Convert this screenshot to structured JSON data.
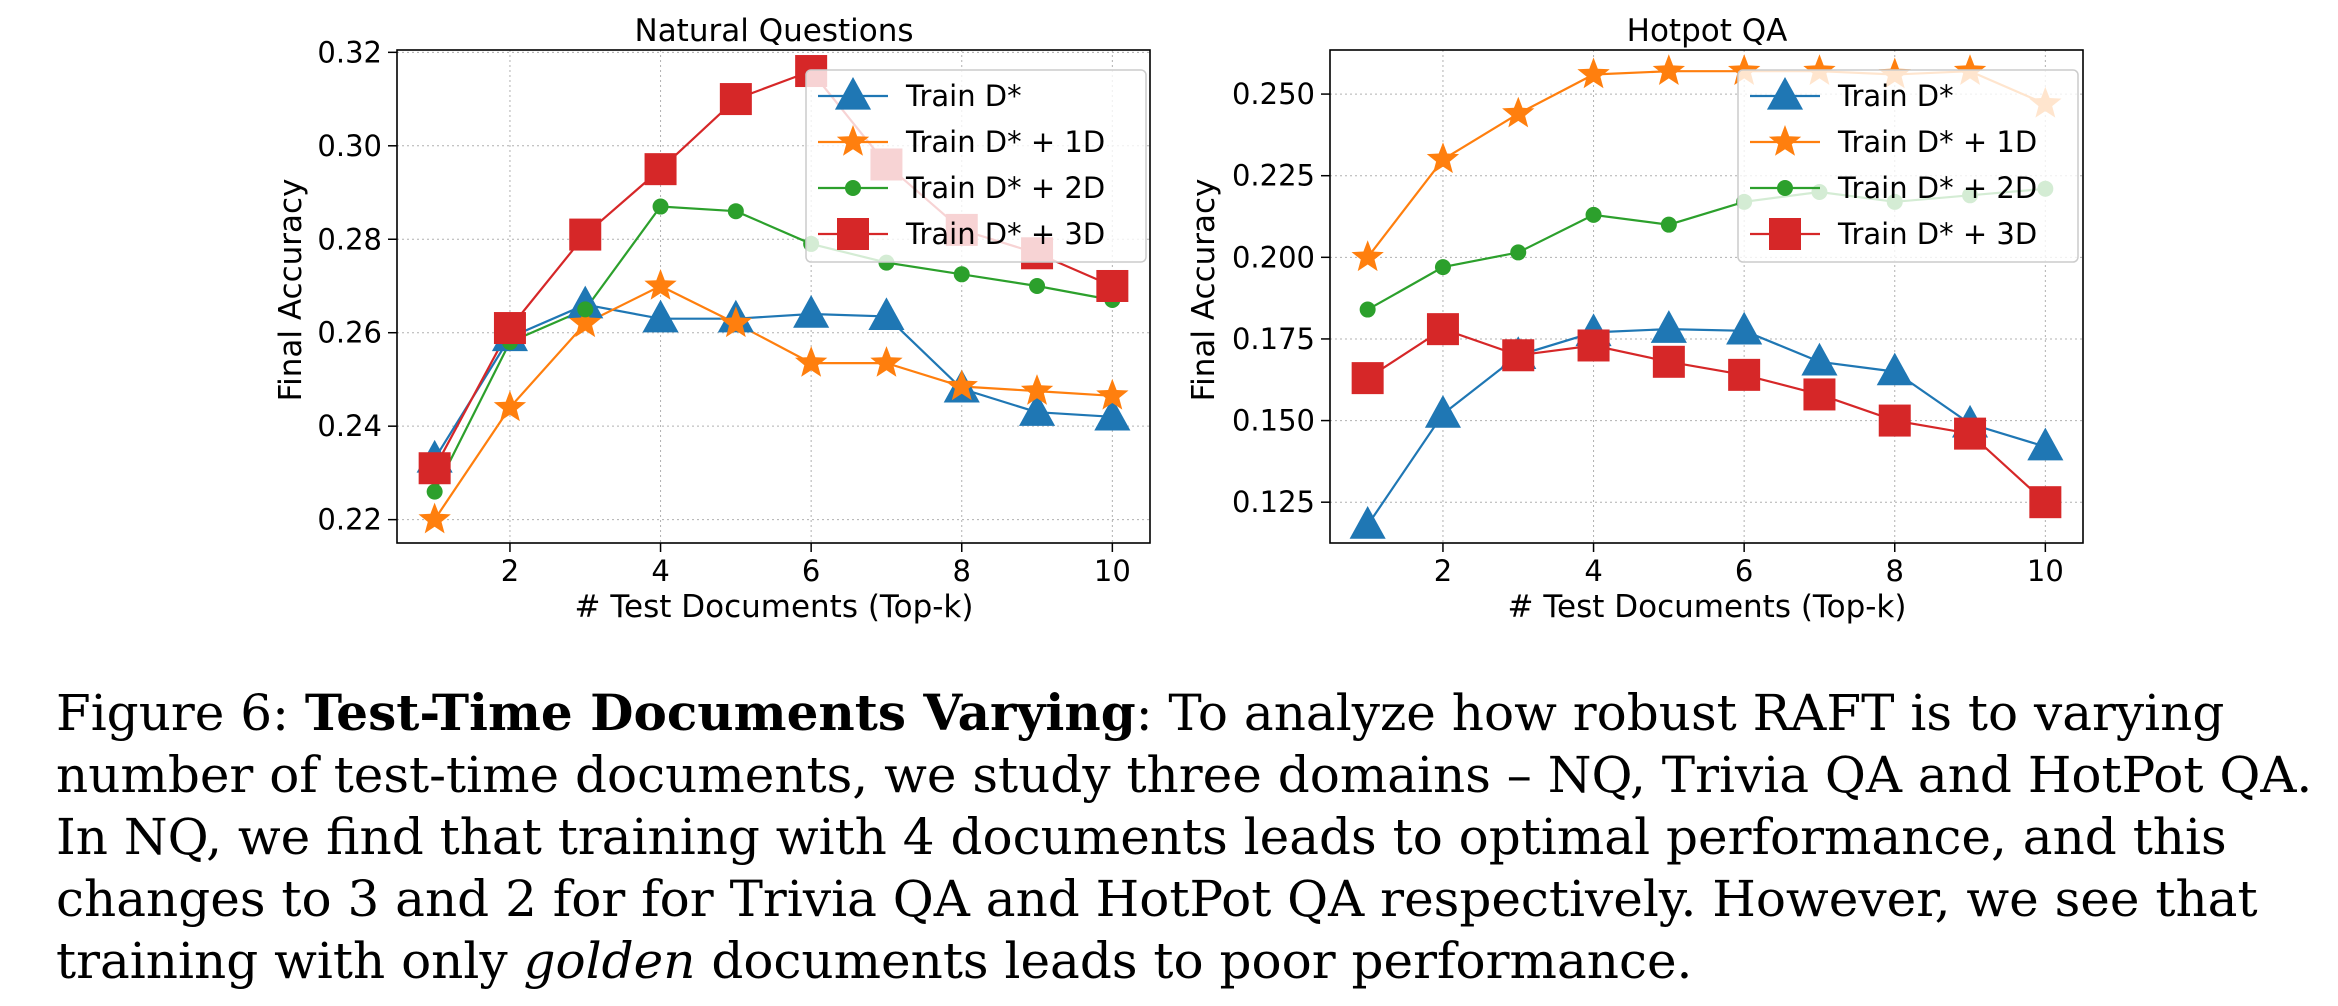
{
  "chart_data": [
    {
      "type": "line",
      "title": "Natural Questions",
      "xlabel": "# Test Documents (Top-k)",
      "ylabel": "Final Accuracy",
      "xlim": [
        0.5,
        10.5
      ],
      "ylim": [
        0.215,
        0.3205
      ],
      "x_ticks": [
        "2",
        "4",
        "6",
        "8",
        "10"
      ],
      "y_ticks": [
        "0.22",
        "0.24",
        "0.26",
        "0.28",
        "0.30",
        "0.32"
      ],
      "grid": true,
      "legend_position": "upper right",
      "x": [
        1,
        2,
        3,
        4,
        5,
        6,
        7,
        8,
        9,
        10
      ],
      "series": [
        {
          "name": "Train D*",
          "color": "#1f77b4",
          "marker": "triangle",
          "values": [
            0.233,
            0.259,
            0.266,
            0.263,
            0.263,
            0.264,
            0.2635,
            0.248,
            0.243,
            0.242
          ]
        },
        {
          "name": "Train D* + 1D",
          "color": "#ff7f0e",
          "marker": "star",
          "values": [
            0.22,
            0.244,
            0.262,
            0.27,
            0.262,
            0.2535,
            0.2535,
            0.2485,
            0.2475,
            0.2465
          ]
        },
        {
          "name": "Train D* + 2D",
          "color": "#2ca02c",
          "marker": "dot",
          "values": [
            0.226,
            0.258,
            0.265,
            0.287,
            0.286,
            0.279,
            0.275,
            0.2725,
            0.27,
            0.267
          ]
        },
        {
          "name": "Train D* + 3D",
          "color": "#d62728",
          "marker": "square",
          "values": [
            0.231,
            0.261,
            0.281,
            0.295,
            0.31,
            0.316,
            0.296,
            0.282,
            0.277,
            0.27
          ]
        }
      ]
    },
    {
      "type": "line",
      "title": "Hotpot QA",
      "xlabel": "# Test Documents (Top-k)",
      "ylabel": "Final Accuracy",
      "xlim": [
        0.5,
        10.5
      ],
      "ylim": [
        0.1125,
        0.2635
      ],
      "x_ticks": [
        "2",
        "4",
        "6",
        "8",
        "10"
      ],
      "y_ticks": [
        "0.125",
        "0.150",
        "0.175",
        "0.200",
        "0.225",
        "0.250"
      ],
      "grid": true,
      "legend_position": "upper right",
      "x": [
        1,
        2,
        3,
        4,
        5,
        6,
        7,
        8,
        9,
        10
      ],
      "series": [
        {
          "name": "Train D*",
          "color": "#1f77b4",
          "marker": "triangle",
          "values": [
            0.118,
            0.152,
            0.17,
            0.177,
            0.178,
            0.1775,
            0.168,
            0.165,
            0.149,
            0.142
          ]
        },
        {
          "name": "Train D* + 1D",
          "color": "#ff7f0e",
          "marker": "star",
          "values": [
            0.2,
            0.23,
            0.244,
            0.256,
            0.257,
            0.257,
            0.257,
            0.256,
            0.257,
            0.247
          ]
        },
        {
          "name": "Train D* + 2D",
          "color": "#2ca02c",
          "marker": "dot",
          "values": [
            0.184,
            0.197,
            0.2015,
            0.213,
            0.21,
            0.217,
            0.22,
            0.217,
            0.219,
            0.221
          ]
        },
        {
          "name": "Train D* + 3D",
          "color": "#d62728",
          "marker": "square",
          "values": [
            0.163,
            0.178,
            0.17,
            0.173,
            0.168,
            0.164,
            0.158,
            0.15,
            0.146,
            0.125
          ]
        }
      ]
    }
  ],
  "caption": {
    "figure_label": "Figure 6: ",
    "bold_title": "Test-Time Documents Varying",
    "text_1": ": To analyze how robust RAFT is to varying number of test-time documents, we study three domains – NQ, Trivia QA and HotPot QA. In NQ, we find that training with 4 documents leads to optimal performance, and this changes to 3 and 2 for for Trivia QA and HotPot QA respectively. However, we see that training with only ",
    "italic_word": "golden",
    "text_2": " documents leads to poor performance."
  }
}
